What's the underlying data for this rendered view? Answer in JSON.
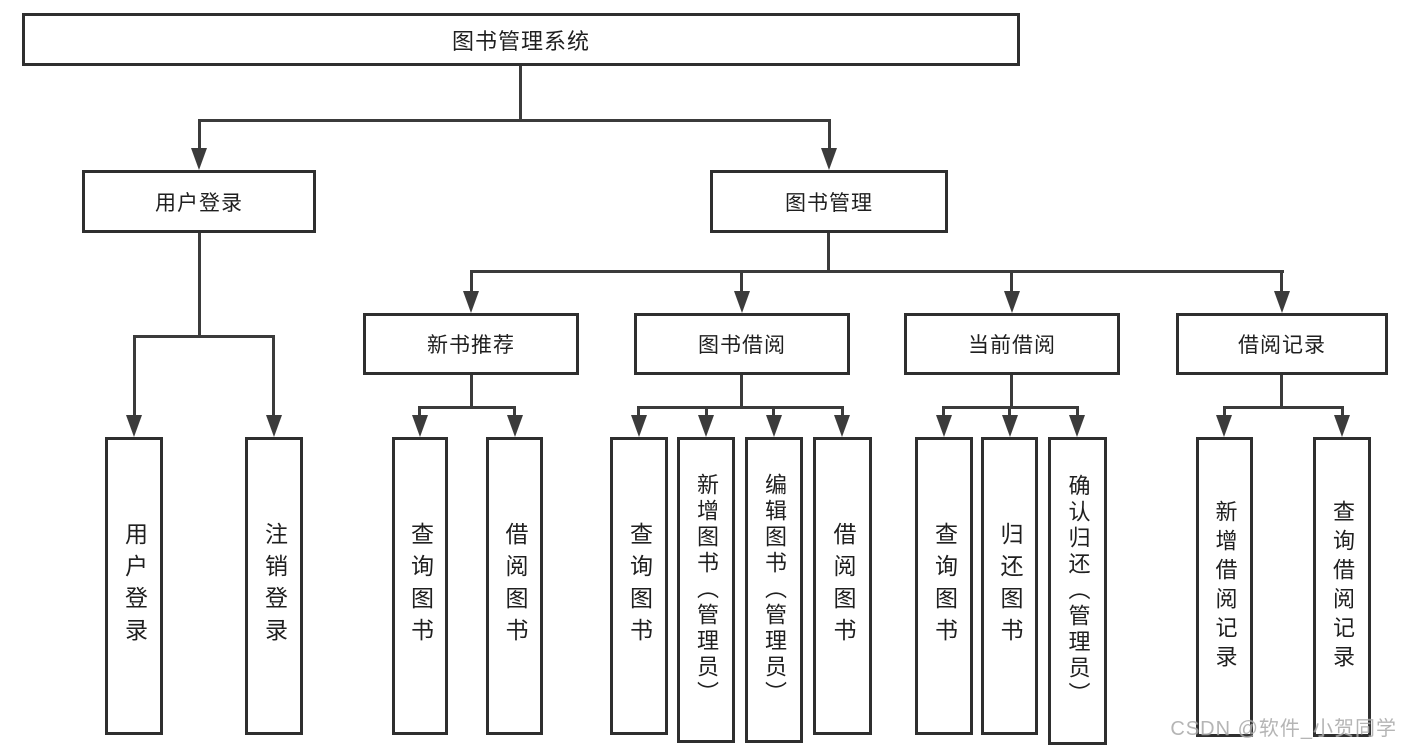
{
  "diagram": {
    "root": {
      "label": "图书管理系统"
    },
    "groups": [
      {
        "label": "用户登录",
        "children": [
          {
            "label": "用户登录"
          },
          {
            "label": "注销登录"
          }
        ]
      },
      {
        "label": "图书管理",
        "sections": [
          {
            "label": "新书推荐",
            "children": [
              {
                "label": "查询图书"
              },
              {
                "label": "借阅图书"
              }
            ]
          },
          {
            "label": "图书借阅",
            "children": [
              {
                "label": "查询图书"
              },
              {
                "label": "新增图书（管理员）"
              },
              {
                "label": "编辑图书（管理员）"
              },
              {
                "label": "借阅图书"
              }
            ]
          },
          {
            "label": "当前借阅",
            "children": [
              {
                "label": "查询图书"
              },
              {
                "label": "归还图书"
              },
              {
                "label": "确认归还（管理员）"
              }
            ]
          },
          {
            "label": "借阅记录",
            "children": [
              {
                "label": "新增借阅记录"
              },
              {
                "label": "查询借阅记录"
              }
            ]
          }
        ]
      }
    ]
  },
  "watermark": {
    "text": "CSDN @软件_小贺同学"
  },
  "colors": {
    "line": "#3b3b3b",
    "border": "#2f2f2f",
    "text": "#1f1f1f",
    "bg": "#ffffff",
    "watermark": "#a9a9a9"
  }
}
